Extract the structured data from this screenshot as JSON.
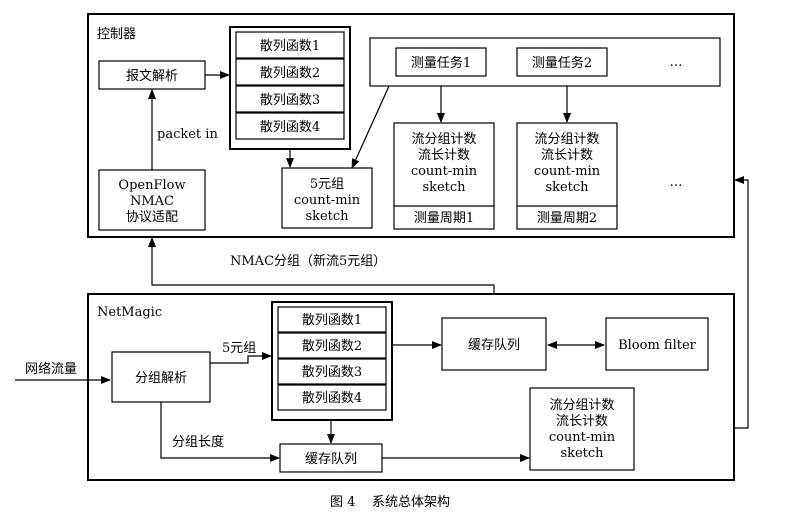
{
  "controller": {
    "title": "控制器",
    "parser": "报文解析",
    "hash_list": [
      "散列函数1",
      "散列函数2",
      "散列函数3",
      "散列函数4"
    ],
    "five_tuple_sketch": [
      "5元组",
      "count-min",
      "sketch"
    ],
    "tasks": [
      "测量任务1",
      "测量任务2"
    ],
    "task_ellipsis": "…",
    "sketch1": [
      "流分组计数",
      "流长计数",
      "count-min",
      "sketch"
    ],
    "period1": "测量周期1",
    "sketch2": [
      "流分组计数",
      "流长计数",
      "count-min",
      "sketch"
    ],
    "period2": "测量周期2",
    "sketch_ellipsis": "…",
    "openflow": [
      "OpenFlow",
      "NMAC",
      "协议适配"
    ],
    "packet_in": "packet in"
  },
  "nmac_label": "NMAC分组（新流5元组）",
  "netmagic": {
    "title": "NetMagic",
    "input_label": "网络流量",
    "parser": "分组解析",
    "five_tuple_label": "5元组",
    "hash_list": [
      "散列函数1",
      "散列函数2",
      "散列函数3",
      "散列函数4"
    ],
    "queue_top": "缓存队列",
    "bloom": "Bloom filter",
    "length_label": "分组长度",
    "queue_bottom": "缓存队列",
    "sketch": [
      "流分组计数",
      "流长计数",
      "count-min",
      "sketch"
    ]
  },
  "caption": {
    "number": "图 4",
    "text": "系统总体架构"
  }
}
